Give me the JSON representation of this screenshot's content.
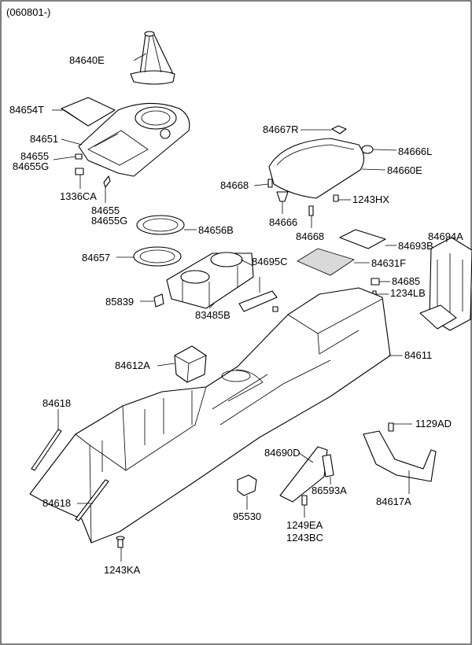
{
  "date_code": "(060801-)",
  "callouts": [
    "84640E",
    "84654T",
    "84651",
    "84655",
    "84655G",
    "1336CA",
    "84655",
    "84655G",
    "84667R",
    "84666L",
    "84660E",
    "84668",
    "1243HX",
    "84666",
    "84668",
    "84656B",
    "84657",
    "84695C",
    "84693B",
    "84694A",
    "84631F",
    "84685",
    "1234LB",
    "85839",
    "83485B",
    "84612A",
    "84611",
    "84618",
    "1129AD",
    "84690D",
    "86593A",
    "84617A",
    "95530",
    "1249EA",
    "1243BC",
    "84618",
    "1243KA"
  ]
}
